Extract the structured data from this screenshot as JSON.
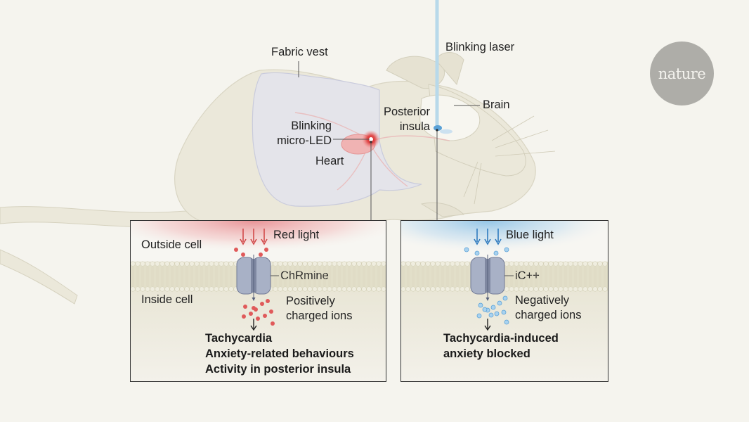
{
  "figure": {
    "labels": {
      "fabric_vest": "Fabric vest",
      "blinking_laser": "Blinking laser",
      "brain": "Brain",
      "posterior_insula_line1": "Posterior",
      "posterior_insula_line2": "insula",
      "micro_led_line1": "Blinking",
      "micro_led_line2": "micro-LED",
      "heart": "Heart"
    },
    "logo": "nature",
    "colors": {
      "background": "#f5f4ee",
      "mouse_fur": "#ebe8da",
      "vest": "#e4e4ea",
      "red_light": "#d94a4a",
      "blue_light": "#2f7bbf",
      "channel": "#a6afc4"
    }
  },
  "panels": [
    {
      "id": "red",
      "light_label": "Red light",
      "outside_label": "Outside cell",
      "inside_label": "Inside cell",
      "channel_label": "ChRmine",
      "ions_line1": "Positively",
      "ions_line2": "charged ions",
      "outcomes": [
        "Tachycardia",
        "Anxiety-related behaviours",
        "Activity in posterior insula"
      ]
    },
    {
      "id": "blue",
      "light_label": "Blue light",
      "channel_label": "iC++",
      "ions_line1": "Negatively",
      "ions_line2": "charged ions",
      "outcomes": [
        "Tachycardia-induced",
        "anxiety blocked"
      ]
    }
  ]
}
